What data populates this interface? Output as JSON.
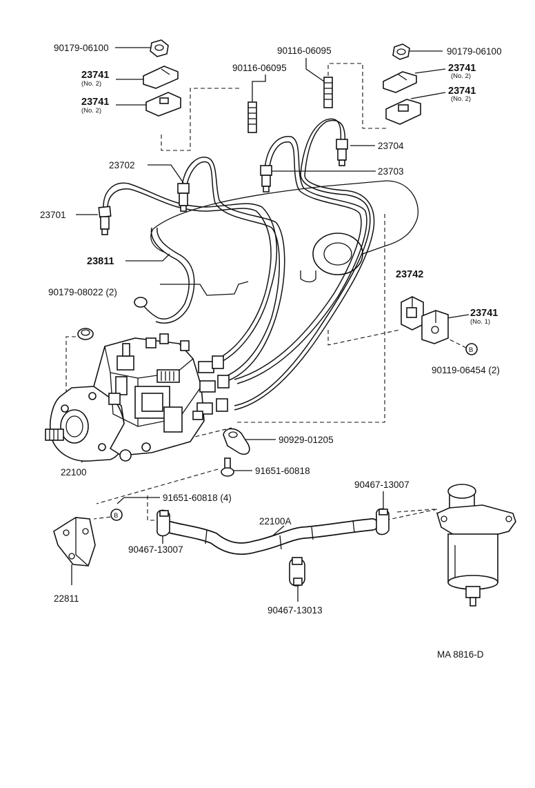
{
  "labels": {
    "p90179_06100_left": "90179-06100",
    "p23741_a": "23741",
    "p23741_a_no": "(No. 2)",
    "p23741_b": "23741",
    "p23741_b_no": "(No. 2)",
    "p90116_06095_mid": "90116-06095",
    "p90116_06095_top": "90116-06095",
    "p90179_06100_right": "90179-06100",
    "p23741_c": "23741",
    "p23741_c_no": "(No. 2)",
    "p23741_d": "23741",
    "p23741_d_no": "(No. 2)",
    "p23704": "23704",
    "p23702": "23702",
    "p23703": "23703",
    "p23701": "23701",
    "p23811": "23811",
    "p23742": "23742",
    "p90179_08022": "90179-08022 (2)",
    "p23741_e": "23741",
    "p23741_e_no": "(No. 1)",
    "p90119_06454": "90119-06454 (2)",
    "p90929_01205": "90929-01205",
    "p22100": "22100",
    "p91651_60818_a": "91651-60818",
    "p90467_13007_right": "90467-13007",
    "p91651_60818_b": "91651-60818 (4)",
    "p22100A": "22100A",
    "p90467_13007_left": "90467-13007",
    "p22811": "22811",
    "p90467_13013": "90467-13013",
    "ref_code": "MA  8816-D",
    "marker_b1": "B",
    "marker_b2": "B"
  }
}
